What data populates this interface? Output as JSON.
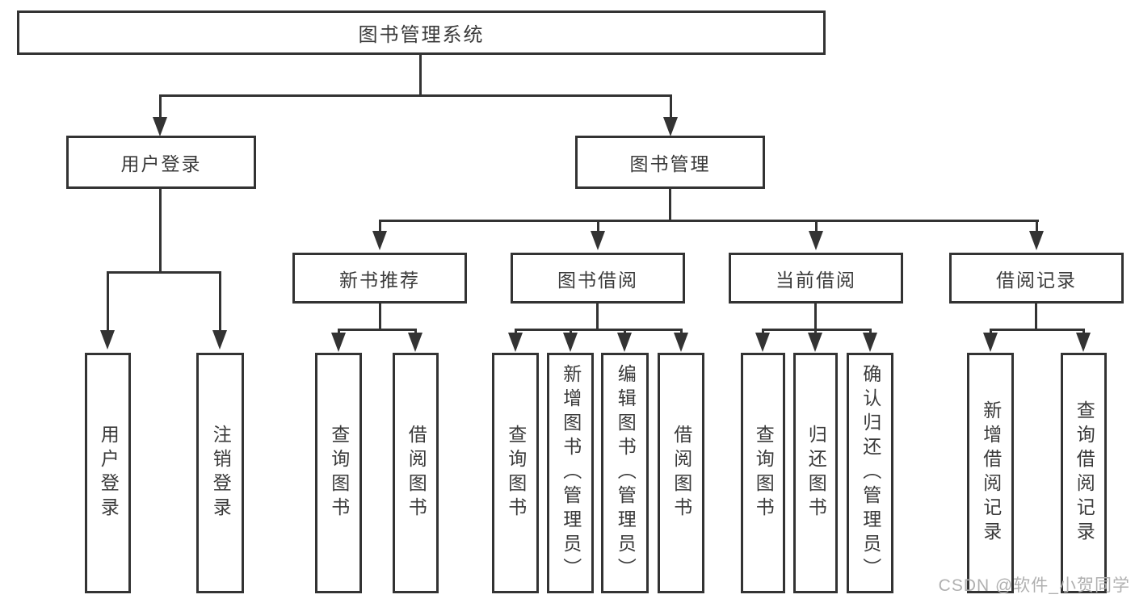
{
  "title": "图书管理系统",
  "tree": {
    "root": {
      "label": "图书管理系统"
    },
    "branches": [
      {
        "label": "用户登录",
        "children": [
          {
            "label": "用户登录"
          },
          {
            "label": "注销登录"
          }
        ]
      },
      {
        "label": "图书管理",
        "children": [
          {
            "label": "新书推荐",
            "children": [
              {
                "label": "查询图书"
              },
              {
                "label": "借阅图书"
              }
            ]
          },
          {
            "label": "图书借阅",
            "children": [
              {
                "label": "查询图书"
              },
              {
                "label": "新增图书（管理员）"
              },
              {
                "label": "编辑图书（管理员）"
              },
              {
                "label": "借阅图书"
              }
            ]
          },
          {
            "label": "当前借阅",
            "children": [
              {
                "label": "查询图书"
              },
              {
                "label": "归还图书"
              },
              {
                "label": "确认归还（管理员）"
              }
            ]
          },
          {
            "label": "借阅记录",
            "children": [
              {
                "label": "新增借阅记录"
              },
              {
                "label": "查询借阅记录"
              }
            ]
          }
        ]
      }
    ]
  },
  "watermark": {
    "text": "CSDN @软件_小贺同学"
  },
  "colors": {
    "line": "#333333",
    "text": "#3a3a3a",
    "background": "#ffffff",
    "watermark": "#b0b0b0"
  }
}
